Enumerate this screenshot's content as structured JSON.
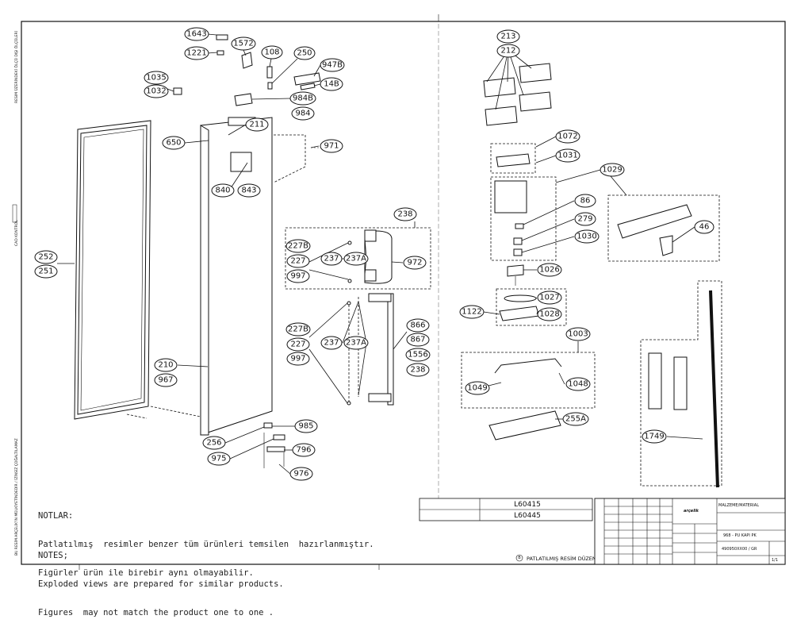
{
  "side_texts": {
    "left_top": "RESIM ÜZERİNDEKİ ÖLÇÜ DIŞI ÖLÇÜLERİ",
    "left_mid": "CAD KONTROL",
    "left_bottom": "BU RESİM ARÇELİK'İN MÜLKİYETİNDEDİR / İZİNSİZ ÇOĞALTILAMAZ"
  },
  "notes_tr": {
    "heading": "NOTLAR:",
    "line1": "Patlatılmış  resimler benzer tüm ürünleri temsilen  hazırlanmıştır.",
    "line2": "Figürler ürün ile birebir aynı olmayabilir."
  },
  "notes_en": {
    "heading": "NOTES;",
    "line1": "Exploded views are prepared for similar products.",
    "line2": "Figures  may not match the product one to one ."
  },
  "revisions": {
    "row1": "L60415",
    "row2": "L60445",
    "change_note": "PATLATILMIŞ RESİM DÜZENLEME",
    "change_mark": "B"
  },
  "title_block": {
    "logo": "arçelik",
    "material_label": "MALZEME/MATERIAL",
    "title": "968  -  PU KAPI PK",
    "part_number": "490950XX00 / GR",
    "sheet": "1/1"
  },
  "callouts": {
    "c1643": "1643",
    "c1221": "1221",
    "c1572": "1572",
    "c108": "108",
    "c250": "250",
    "c947b": "947B",
    "c14b": "14B",
    "c984b": "984B",
    "c984": "984",
    "c1035": "1035",
    "c1032": "1032",
    "c211": "211",
    "c650": "650",
    "c971": "971",
    "c840": "840",
    "c843": "843",
    "c252": "252",
    "c251": "251",
    "c238a": "238",
    "c227b1": "227B",
    "c2271": "227",
    "c9971": "997",
    "c2371": "237",
    "c237a1": "237A",
    "c972": "972",
    "c227b2": "227B",
    "c2272": "227",
    "c9972": "997",
    "c2372": "237",
    "c237a2": "237A",
    "c866": "866",
    "c867": "867",
    "c1556": "1556",
    "c238b": "238",
    "c210": "210",
    "c967": "967",
    "c985": "985",
    "c256": "256",
    "c975": "975",
    "c796": "796",
    "c976": "976",
    "c213": "213",
    "c212": "212",
    "c1072": "1072",
    "c1031": "1031",
    "c1029": "1029",
    "c86": "86",
    "c279": "279",
    "c1030": "1030",
    "c46": "46",
    "c1026": "1026",
    "c1027": "1027",
    "c1122": "1122",
    "c1028": "1028",
    "c1003": "1003",
    "c1049": "1049",
    "c1048": "1048",
    "c255a": "255A",
    "c1749": "1749"
  }
}
